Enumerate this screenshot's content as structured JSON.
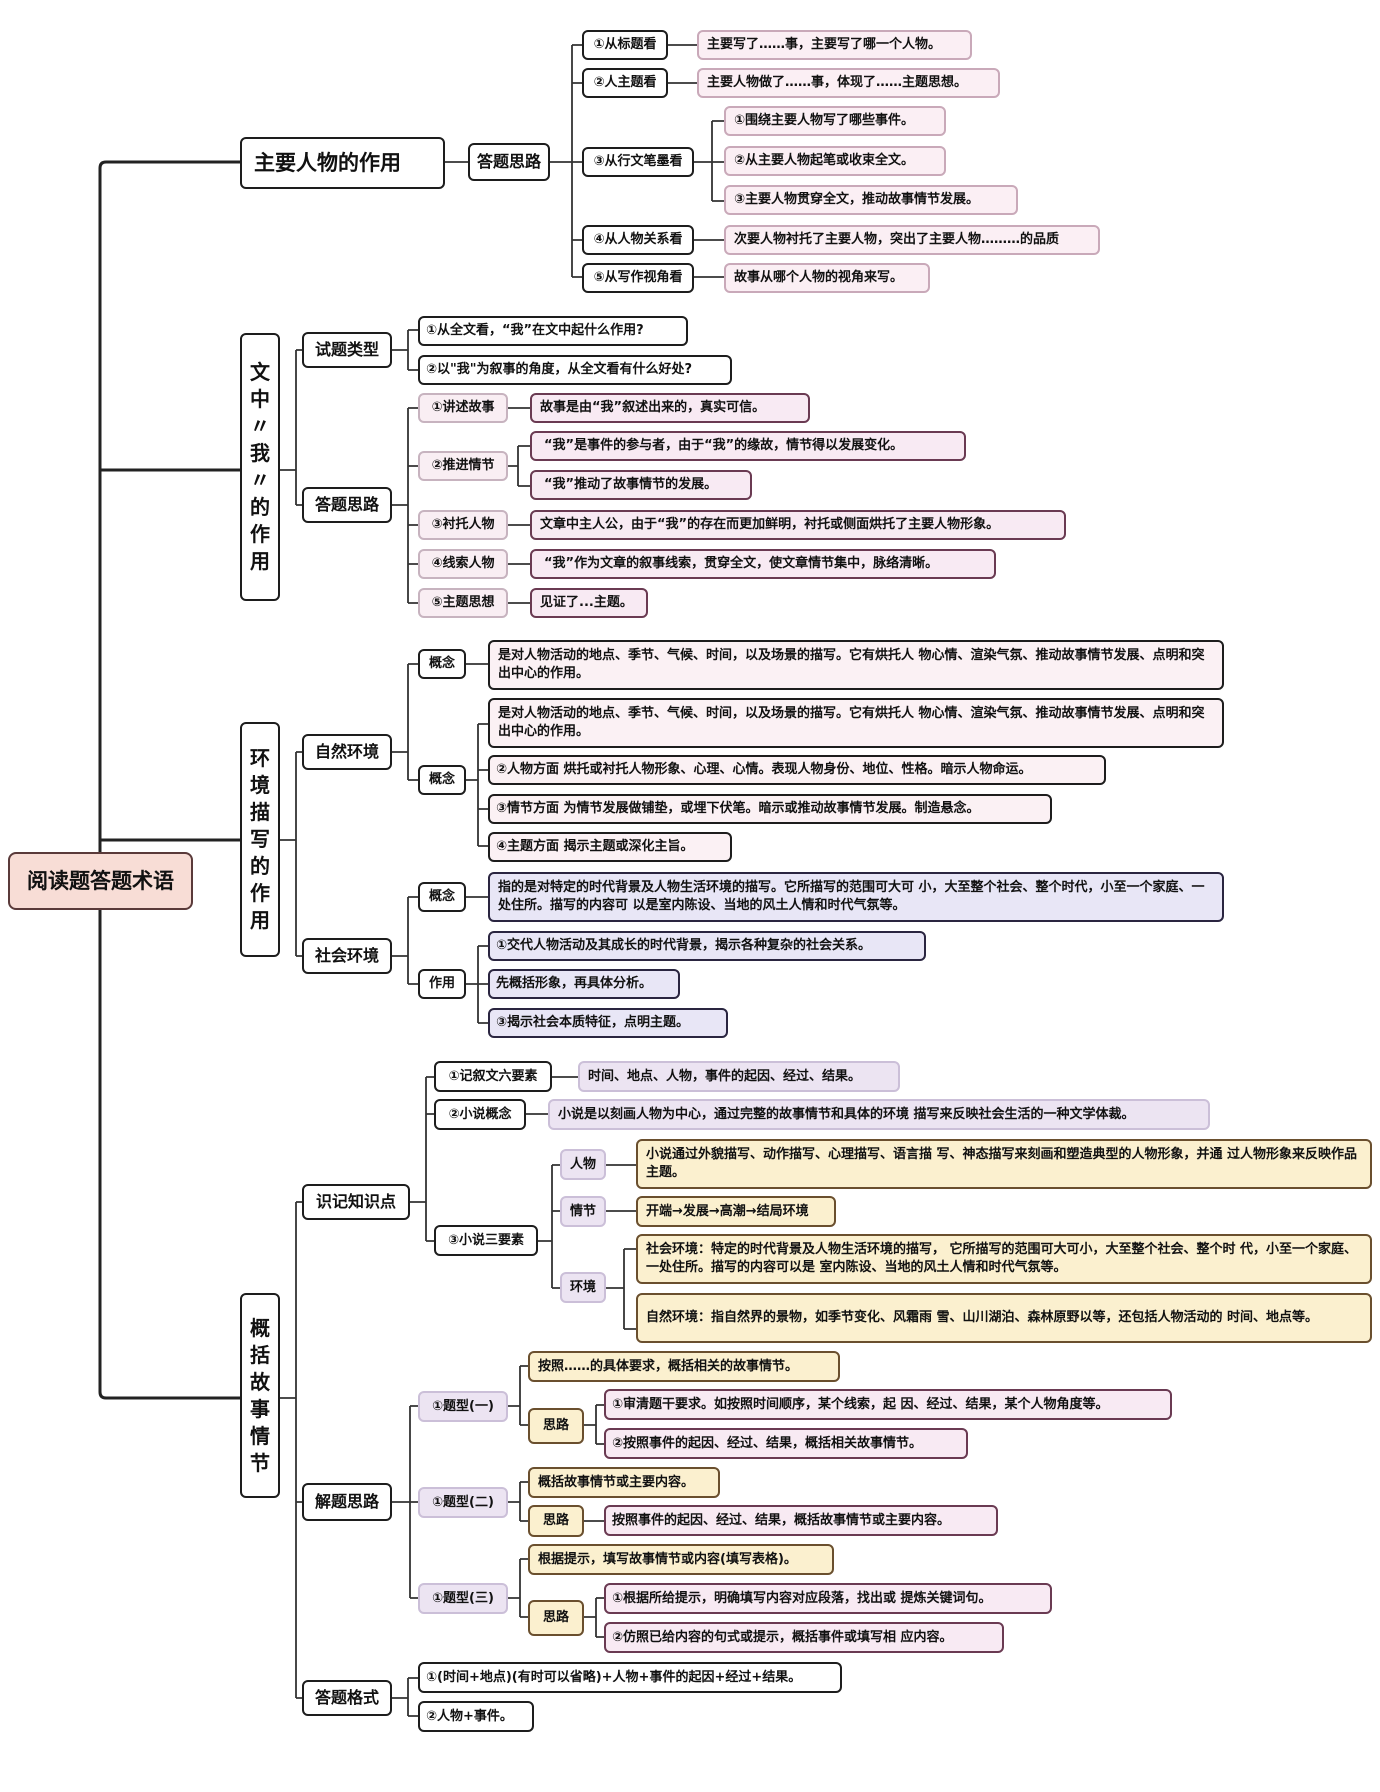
{
  "root": "阅读题答题术语",
  "branch1": {
    "title": "主要人物的作用",
    "sub": "答题思路",
    "items": [
      {
        "label": "①从标题看",
        "text": "主要写了……事，主要写了哪一个人物。"
      },
      {
        "label": "②人主题看",
        "text": "主要人物做了……事，体现了……主题思想。"
      },
      {
        "label": "③从行文笔墨看",
        "children": [
          "①围绕主要人物写了哪些事件。",
          "②从主要人物起笔或收束全文。",
          "③主要人物贯穿全文，推动故事情节发展。"
        ]
      },
      {
        "label": "④从人物关系看",
        "text": "次要人物衬托了主要人物，突出了主要人物………的品质"
      },
      {
        "label": "⑤从写作视角看",
        "text": "故事从哪个人物的视角来写。"
      }
    ]
  },
  "branch2": {
    "title_chars": [
      "文",
      "中",
      "〃",
      "我",
      "〃",
      "的",
      "作",
      "用"
    ],
    "types_label": "试题类型",
    "types": [
      "①从全文看，“我”在文中起什么作用?",
      "②以\"我\"为叙事的角度，从全文看有什么好处?"
    ],
    "ideas_label": "答题思路",
    "ideas": [
      {
        "label": "①讲述故事",
        "texts": [
          "故事是由“我”叙述出来的，真实可信。"
        ]
      },
      {
        "label": "②推进情节",
        "texts": [
          "“我”是事件的参与者，由于“我”的缘故，情节得以发展变化。",
          "“我”推动了故事情节的发展。"
        ]
      },
      {
        "label": "③衬托人物",
        "texts": [
          "文章中主人公，由于“我”的存在而更加鲜明，衬托或侧面烘托了主要人物形象。"
        ]
      },
      {
        "label": "④线索人物",
        "texts": [
          "“我”作为文章的叙事线索，贯穿全文，使文章情节集中，脉络清晰。"
        ]
      },
      {
        "label": "⑤主题思想",
        "texts": [
          "见证了...主题。"
        ]
      }
    ]
  },
  "branch3": {
    "title_chars": [
      "环",
      "境",
      "描",
      "写",
      "的",
      "作",
      "用"
    ],
    "natural": {
      "label": "自然环境",
      "concept_label": "概念",
      "concept_text": "是对人物活动的地点、季节、气候、时间，以及场景的描写。它有烘托人 物心情、渲染气氛、推动故事情节发展、点明和突出中心的作用。",
      "concept2_label": "概念",
      "concept2_items": [
        "是对人物活动的地点、季节、气候、时间，以及场景的描写。它有烘托人 物心情、渲染气氛、推动故事情节发展、点明和突出中心的作用。",
        "②人物方面  烘托或衬托人物形象、心理、心情。表现人物身份、地位、性格。暗示人物命运。",
        "③情节方面  为情节发展做铺垫，或埋下伏笔。暗示或推动故事情节发展。制造悬念。",
        "④主题方面  揭示主题或深化主旨。"
      ]
    },
    "social": {
      "label": "社会环境",
      "concept_label": "概念",
      "concept_text": "指的是对特定的时代背景及人物生活环境的描写。它所描写的范围可大可 小，大至整个社会、整个时代，小至一个家庭、一处住所。描写的内容可 以是室内陈设、当地的风土人情和时代气氛等。",
      "effect_label": "作用",
      "effect_items": [
        "①交代人物活动及其成长的时代背景，揭示各种复杂的社会关系。",
        "先概括形象，再具体分析。",
        "③揭示社会本质特征，点明主题。"
      ]
    }
  },
  "branch4": {
    "title_chars": [
      "概",
      "括",
      "故",
      "事",
      "情",
      "节"
    ],
    "knowledge": {
      "label": "识记知识点",
      "six_label": "①记叙文六要素",
      "six_text": "时间、地点、人物，事件的起因、经过、结果。",
      "concept_label": "②小说概念",
      "concept_text": "小说是以刻画人物为中心，通过完整的故事情节和具体的环境 描写来反映社会生活的一种文学体裁。",
      "three_label": "③小说三要素",
      "three": [
        {
          "label": "人物",
          "texts": [
            "小说通过外貌描写、动作描写、心理描写、语言描 写、神态描写来刻画和塑造典型的人物形象，并通 过人物形象来反映作品主题。"
          ]
        },
        {
          "label": "情节",
          "texts": [
            "开端→发展→高潮→结局环境"
          ]
        },
        {
          "label": "环境",
          "texts": [
            "社会环境：特定的时代背景及人物生活环境的描写， 它所描写的范围可大可小，大至整个社会、整个时 代，小至一个家庭、一处住所。描写的内容可以是 室内陈设、当地的风土人情和时代气氛等。",
            "自然环境：指自然界的景物，如季节变化、风霜雨 雪、山川湖泊、森林原野以等，还包括人物活动的 时间、地点等。"
          ]
        }
      ]
    },
    "solve": {
      "label": "解题思路",
      "types": [
        {
          "label": "①题型(一)",
          "main": "按照……的具体要求，概括相关的故事情节。",
          "idea_label": "思路",
          "ideas": [
            "①审清题干要求。如按照时间顺序，某个线索，起 因、经过、结果，某个人物角度等。",
            "②按照事件的起因、经过、结果，概括相关故事情节。"
          ]
        },
        {
          "label": "①题型(二)",
          "main": "概括故事情节或主要内容。",
          "idea_label": "思路",
          "ideas": [
            "按照事件的起因、经过、结果，概括故事情节或主要内容。"
          ]
        },
        {
          "label": "①题型(三)",
          "main": "根据提示，填写故事情节或内容(填写表格)。",
          "idea_label": "思路",
          "ideas": [
            "①根据所给提示，明确填写内容对应段落，找出或 提炼关键词句。",
            "②仿照已给内容的句式或提示，概括事件或填写相 应内容。"
          ]
        }
      ]
    },
    "format": {
      "label": "答题格式",
      "items": [
        "①(时间+地点)(有时可以省略)+人物+事件的起因+经过+结果。",
        "②人物+事件。"
      ]
    }
  },
  "colors": {
    "line_dark": "#1d1d1d",
    "root_fill": "#f8ddd6",
    "pink_fill": "#f8eaf3",
    "lavender_fill": "#e8e6f6",
    "yellow_fill": "#fbf0cf"
  }
}
